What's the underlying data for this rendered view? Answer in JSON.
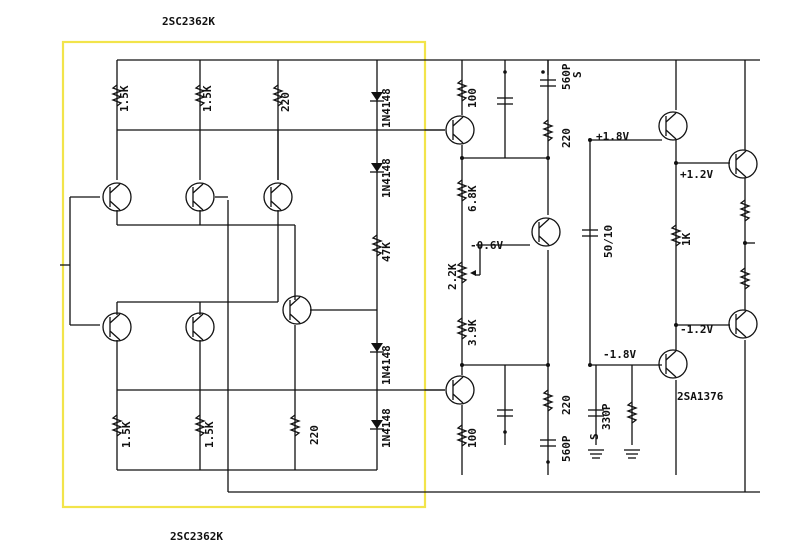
{
  "title_top": "2SC2362K",
  "title_bottom": "2SC2362K",
  "part_pnp": "2SA1376",
  "highlight_color": "#f2e44a",
  "resistors": {
    "r_1k5_top_a": "1.5K",
    "r_1k5_top_b": "1.5K",
    "r_220_top": "220",
    "r_1k5_bot_a": "1.5K",
    "r_1k5_bot_b": "1.5K",
    "r_220_bot": "220",
    "r_47k": "47K",
    "r_100_top": "100",
    "r_220_mid_top": "220",
    "r_6k8": "6.8K",
    "r_2k2": "2.2K",
    "r_3k9": "3.9K",
    "r_100_bot": "100",
    "r_220_mid_bot": "220",
    "r_1k": "1K"
  },
  "diodes": {
    "d1": "1N4148",
    "d2": "1N4148",
    "d3": "1N4148",
    "d4": "1N4148"
  },
  "capacitors": {
    "c_560p_top": "560P",
    "c_560p_bot": "560P",
    "c_50_10": "50/10",
    "c_330p": "330P",
    "cap_s_top": "S",
    "cap_s_bot": "S"
  },
  "voltages": {
    "v_p18": "+1.8V",
    "v_p12": "+1.2V",
    "v_m06": "-0.6V",
    "v_m12": "-1.2V",
    "v_m18": "-1.8V"
  }
}
